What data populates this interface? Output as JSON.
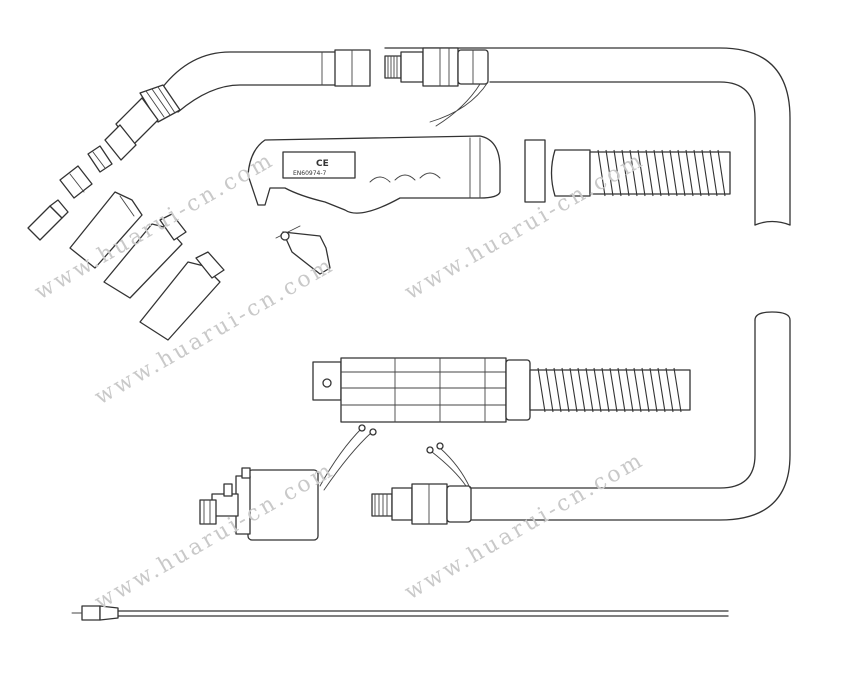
{
  "handle": {
    "ce_mark": "CE",
    "part_code": "EN60974-7"
  },
  "watermark": {
    "text": "www.huarui-cn.com"
  }
}
